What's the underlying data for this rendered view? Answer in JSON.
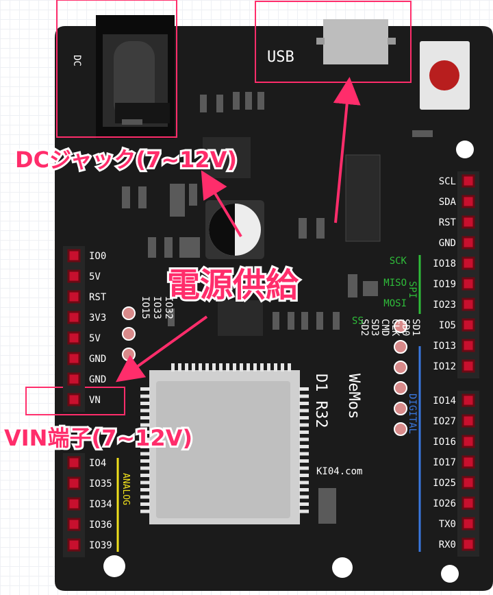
{
  "board": {
    "brand": "WeMos",
    "model": "D1 R32",
    "site": "KI04.com",
    "dc_label": "DC",
    "usb_label": "USB"
  },
  "left_pins_top": [
    "IO0",
    "5V",
    "RST",
    "3V3",
    "5V",
    "GND",
    "GND",
    "VN"
  ],
  "left_pins_bottom": [
    "IO4",
    "IO35",
    "IO34",
    "IO36",
    "IO39"
  ],
  "left_group_label": "ANALOG",
  "small_pins": [
    "IO15",
    "IO33",
    "IO32"
  ],
  "right_pins_top": [
    "SCL",
    "SDA",
    "RST",
    "GND",
    "IO18",
    "IO19",
    "IO23",
    "IO5",
    "IO13",
    "IO12"
  ],
  "right_pins_bottom": [
    "IO14",
    "IO27",
    "IO16",
    "IO17",
    "IO25",
    "IO26",
    "TX0",
    "RX0"
  ],
  "spi_labels": [
    "SCK",
    "MISO",
    "MOSI",
    "SS"
  ],
  "spi_group_label": "SPI",
  "digital_group_label": "DIGITAL",
  "sd_pins": [
    "SD2",
    "SD3",
    "CMD",
    "CLK",
    "SD0",
    "SD1"
  ],
  "callouts": {
    "dc_jack": "DCジャック(7~12V)",
    "power": "電源供給",
    "vin": "VIN端子(7~12V)"
  },
  "colors": {
    "board": "#1a1a1a",
    "callout": "#ff2d6b",
    "pin": "#c8102e",
    "spi": "#2fbd3a",
    "digital": "#3a78e0",
    "analog": "#f2e21c"
  }
}
